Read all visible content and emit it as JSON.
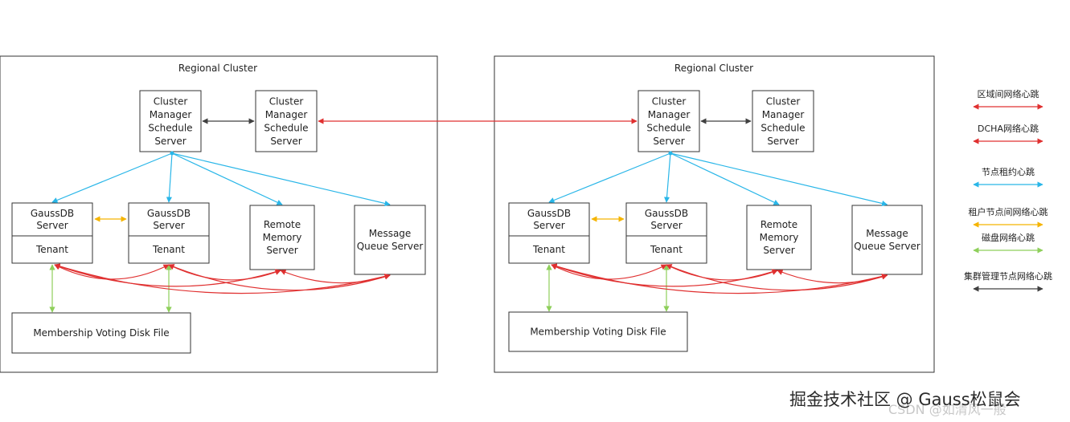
{
  "clusters": [
    {
      "title": "Regional Cluster",
      "cm_left": [
        "Cluster",
        "Manager",
        "Schedule",
        "Server"
      ],
      "cm_right": [
        "Cluster",
        "Manager",
        "Schedule",
        "Server"
      ],
      "gauss1": {
        "server": [
          "GaussDB",
          "Server"
        ],
        "tenant": "Tenant"
      },
      "gauss2": {
        "server": [
          "GaussDB",
          "Server"
        ],
        "tenant": "Tenant"
      },
      "remote_memory": [
        "Remote",
        "Memory",
        "Server"
      ],
      "message_queue": [
        "Message",
        "Queue Server"
      ],
      "disk": "Membership Voting Disk File"
    },
    {
      "title": "Regional Cluster",
      "cm_left": [
        "Cluster",
        "Manager",
        "Schedule",
        "Server"
      ],
      "cm_right": [
        "Cluster",
        "Manager",
        "Schedule",
        "Server"
      ],
      "gauss1": {
        "server": [
          "GaussDB",
          "Server"
        ],
        "tenant": "Tenant"
      },
      "gauss2": {
        "server": [
          "GaussDB",
          "Server"
        ],
        "tenant": "Tenant"
      },
      "remote_memory": [
        "Remote",
        "Memory",
        "Server"
      ],
      "message_queue": [
        "Message",
        "Queue Server"
      ],
      "disk": "Membership Voting Disk File"
    }
  ],
  "legend": [
    {
      "label": "区域间网络心跳",
      "color": "#e03030"
    },
    {
      "label": "DCHA网络心跳",
      "color": "#e03030"
    },
    {
      "label": "节点租约心跳",
      "color": "#29b6e8"
    },
    {
      "label": "租户节点间网络心跳",
      "color": "#f5b400"
    },
    {
      "label": "磁盘网络心跳",
      "color": "#8ecf5a"
    },
    {
      "label": "集群管理节点网络心跳",
      "color": "#404040"
    }
  ],
  "watermark": {
    "main": "掘金技术社区 @ Gauss松鼠会",
    "faint": "CSDN @如清风一般"
  }
}
